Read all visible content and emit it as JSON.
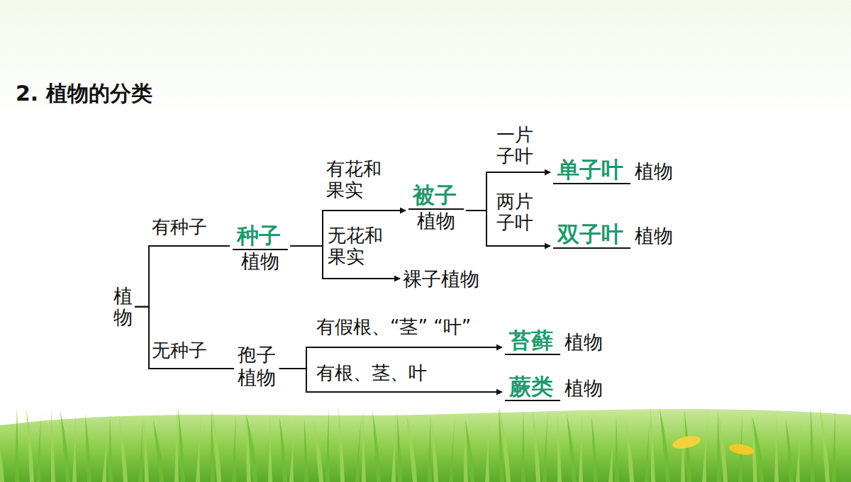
{
  "diagram": {
    "title": "2. 植物的分类",
    "nodes": [
      {
        "text": [
          "植物"
        ]
      },
      {
        "text": [
          "种子",
          "植物"
        ]
      },
      {
        "text": [
          "孢子 植物"
        ]
      },
      {
        "text": [
          "被子",
          "植物"
        ]
      },
      {
        "text": [
          "裸子植物"
        ]
      },
      {
        "text": [
          "单子叶",
          "植物"
        ]
      },
      {
        "text": [
          "双子叶",
          "植物"
        ]
      },
      {
        "text": [
          "苔藓",
          "植物"
        ]
      },
      {
        "text": [
          "蕨类",
          "植物"
        ]
      }
    ],
    "edges": [
      {
        "from": 0,
        "to": 1,
        "label": "有种子",
        "arrow": "none"
      },
      {
        "from": 0,
        "to": 2,
        "label": "无种子",
        "arrow": "none"
      },
      {
        "from": 1,
        "to": 3,
        "label": "有花和 果实",
        "arrow": "to"
      },
      {
        "from": 1,
        "to": 4,
        "label": "无花和 果实",
        "arrow": "to"
      },
      {
        "from": 3,
        "to": 5,
        "label": "一片 子叶",
        "arrow": "to"
      },
      {
        "from": 3,
        "to": 6,
        "label": "两片 子叶",
        "arrow": "to"
      },
      {
        "from": 2,
        "to": 7,
        "label": "有假根、“茎” “叶”",
        "arrow": "to"
      },
      {
        "from": 2,
        "to": 8,
        "label": "有根、茎、叶",
        "arrow": "to"
      }
    ]
  }
}
